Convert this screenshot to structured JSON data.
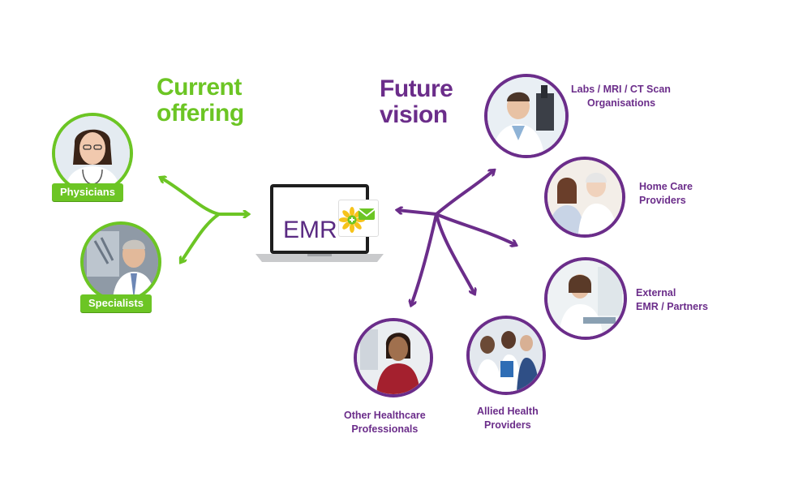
{
  "headings": {
    "current": [
      "Current",
      "offering"
    ],
    "future": [
      "Future",
      "vision"
    ]
  },
  "laptop": {
    "screen_text": "EMR"
  },
  "current_nodes": [
    {
      "label": "Physicians"
    },
    {
      "label": "Specialists"
    }
  ],
  "future_nodes": [
    {
      "label_lines": [
        "Labs / MRI / CT Scan",
        "Organisations"
      ]
    },
    {
      "label_lines": [
        "Home Care",
        "Providers"
      ]
    },
    {
      "label_lines": [
        "External",
        "EMR / Partners"
      ]
    },
    {
      "label_lines": [
        "Allied Health",
        "Providers"
      ]
    },
    {
      "label_lines": [
        "Other Healthcare",
        "Professionals"
      ]
    }
  ],
  "colors": {
    "green": "#6cc524",
    "purple": "#6b2d8a"
  }
}
